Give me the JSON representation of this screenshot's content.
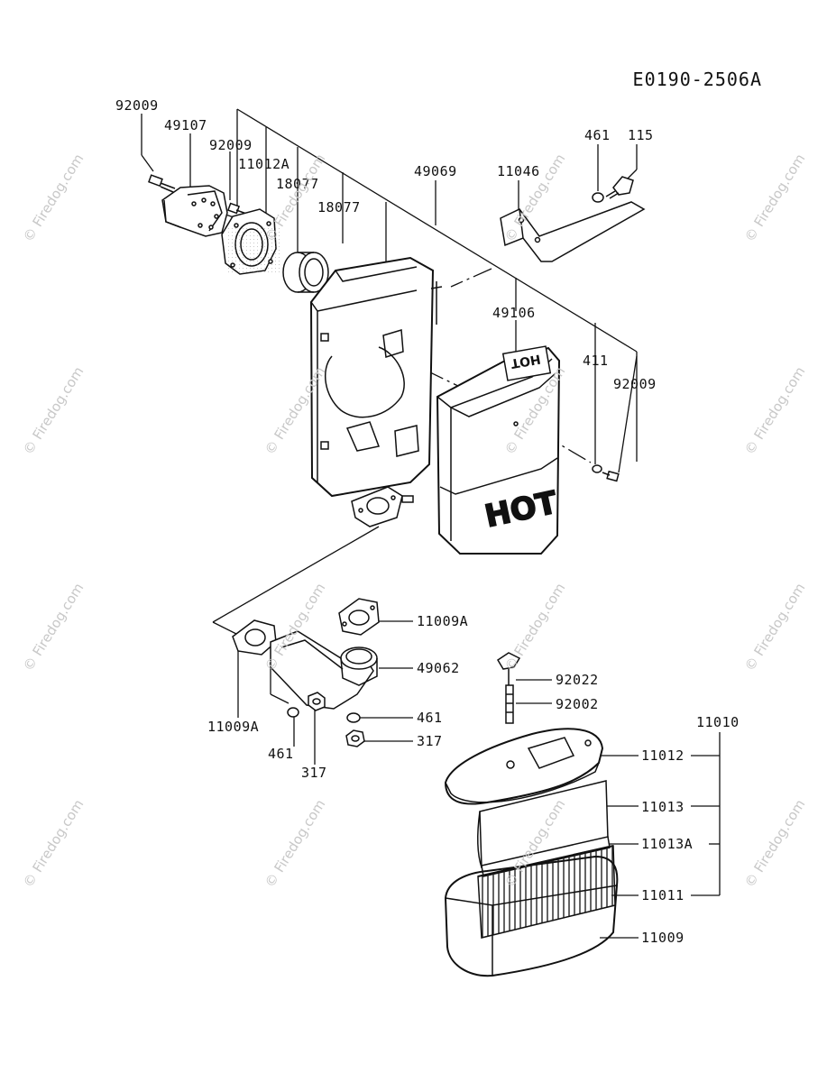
{
  "drawing_code": "E0190-2506A",
  "watermark": "© Firedog.com",
  "hot_labels": [
    "HOT",
    "HOT"
  ],
  "part_numbers": {
    "p92009_top": "92009",
    "p49107": "49107",
    "p92009_b": "92009",
    "p11012A": "11012A",
    "p18077_a": "18077",
    "p18077_b": "18077",
    "p49069": "49069",
    "p11046": "11046",
    "p461_top": "461",
    "p115": "115",
    "p49106": "49106",
    "p411": "411",
    "p92009_right": "92009",
    "p11009A_right": "11009A",
    "p49062": "49062",
    "p461_mid": "461",
    "p317_mid": "317",
    "p11009A_left": "11009A",
    "p461_left": "461",
    "p317_left": "317",
    "p92022": "92022",
    "p92002": "92002",
    "p11010": "11010",
    "p11012": "11012",
    "p11013": "11013",
    "p11013A": "11013A",
    "p11011": "11011",
    "p11009": "11009"
  }
}
